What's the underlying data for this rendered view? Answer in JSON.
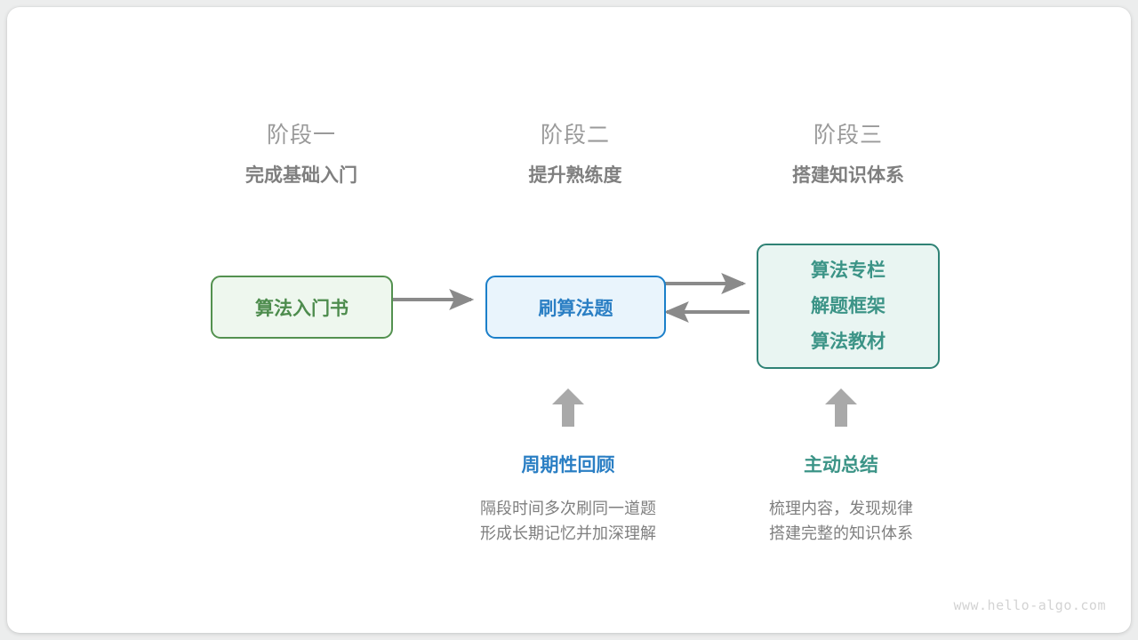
{
  "stages": [
    {
      "number": "阶段一",
      "title": "完成基础入门"
    },
    {
      "number": "阶段二",
      "title": "提升熟练度"
    },
    {
      "number": "阶段三",
      "title": "搭建知识体系"
    }
  ],
  "nodes": {
    "book": {
      "label": "算法入门书",
      "color": "#4d8c4d",
      "border": "#53914f",
      "fill": "#eef7ee"
    },
    "practice": {
      "label": "刷算法题",
      "color": "#2b7fc4",
      "border": "#1b7fc9",
      "fill": "#e9f4fc"
    },
    "resources": {
      "lines": [
        "算法专栏",
        "解题框架",
        "算法教材"
      ],
      "color": "#3c9487",
      "border": "#2f8275",
      "fill": "#e9f5f2"
    }
  },
  "notes": [
    {
      "title": "周期性回顾",
      "color": "#2b7fc4",
      "lines": [
        "隔段时间多次刷同一道题",
        "形成长期记忆并加深理解"
      ]
    },
    {
      "title": "主动总结",
      "color": "#3c9487",
      "lines": [
        "梳理内容，发现规律",
        "搭建完整的知识体系"
      ]
    }
  ],
  "arrows": {
    "book_to_practice": "forward",
    "practice_to_resources": "forward",
    "resources_to_practice": "backward",
    "review_up": "up",
    "summary_up": "up",
    "color": "#8a8a8a"
  },
  "watermark": "www.hello-algo.com",
  "colors": {
    "page_background": "#eceded",
    "card_background": "#ffffff",
    "stage_number": "#9a9a9a",
    "stage_title": "#7f7f7f",
    "body_text": "#7f7f7f",
    "arrow": "#8a8a8a",
    "watermark": "#d3d3d3"
  }
}
